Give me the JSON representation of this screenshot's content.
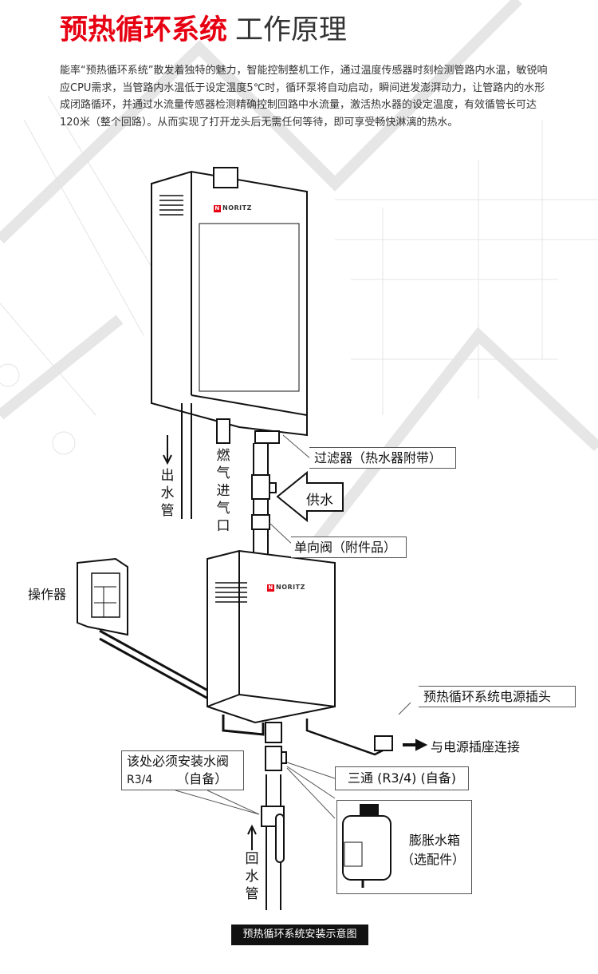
{
  "header": {
    "title_highlight": "预热循环系统",
    "title_rest": "工作原理"
  },
  "description": "能率“预热循环系统”散发着独特的魅力，智能控制整机工作，通过温度传感器时刻检测管路内水温，敏锐响应CPU需求，当管路内水温低于设定温度5℃时，循环泵将自动启动，瞬间迸发澎湃动力，让管路内的水形成闭路循环，并通过水流量传感器检测精确控制回路中水流量，激活热水器的设定温度，有效循管长可达120米（整个回路）。从而实现了打开龙头后无需任何等待，即可享受畅快淋漓的热水。",
  "brand": "NORITZ",
  "labels": {
    "outlet_pipe": "出水管",
    "gas_inlet": "燃气进气口",
    "filter": "过滤器（热水器附带）",
    "water_supply": "供水",
    "check_valve": "单向阀（附件品）",
    "controller": "操作器",
    "power_plug": "预热循环系统电源插头",
    "power_connect": "与电源插座连接",
    "valve_note_line1": "该处必须安装水阀",
    "valve_note_size": "R3/4",
    "valve_note_self": "（自备）",
    "tee": "三通 (R3/4) (自备)",
    "expansion_tank_line1": "膨胀水箱",
    "expansion_tank_line2": "（选配件）",
    "return_pipe": "回水管"
  },
  "caption": "预热循环系统安装示意图"
}
